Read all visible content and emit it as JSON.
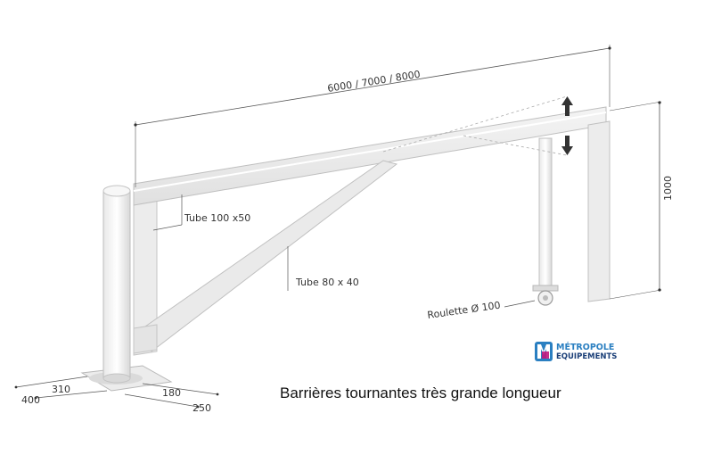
{
  "diagram": {
    "dims": {
      "length": "6000 / 7000 / 8000",
      "height": "1000",
      "tube_top": "Tube 100 x50",
      "tube_brace": "Tube 80 x 40",
      "wheel": "Roulette Ø 100",
      "base_400": "400",
      "base_310": "310",
      "base_180": "180",
      "base_250": "250"
    },
    "caption": "Barrières tournantes très grande longueur"
  },
  "logo": {
    "line1": "MÉTROPOLE",
    "line2": "EQUIPEMENTS",
    "colors": {
      "blue": "#2a7fc1",
      "dark": "#1b3f78",
      "magenta": "#c2187d"
    }
  }
}
